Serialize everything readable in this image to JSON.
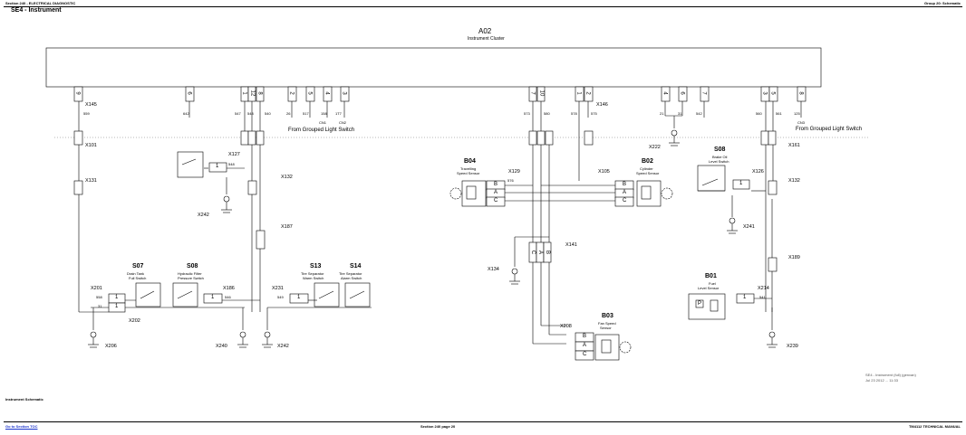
{
  "header": {
    "left": "Section 240 - ELECTRICAL DIAGNOSTIC",
    "right": "Group 20: Schematic",
    "title": "SE4 - Instrument"
  },
  "footer": {
    "left_label": "Instrument Schematic",
    "left_link": "Go to Section TOC",
    "center": "Section 240 page 20",
    "right": "TM4112 TECHNICAL MANUAL"
  },
  "stamp": [
    "SE4 - Instrument (full) (genvan)",
    "Jul 23 2012 ... 11:33"
  ],
  "cluster": {
    "code": "A02",
    "name": "Instrument Cluster"
  },
  "pins": [
    "9",
    "6",
    "1",
    "12",
    "8",
    "2",
    "5",
    "4",
    "3",
    "7",
    "10",
    "1",
    "2",
    "4",
    "6",
    "7",
    "3",
    "5",
    "8"
  ],
  "connectors": {
    "x145": "X145",
    "x146": "X146",
    "x101l": "X101",
    "x101r": "X161",
    "x131": "X131",
    "x132a": "X132",
    "x132b": "X132",
    "x187": "X187",
    "x127": "X127",
    "x242a": "X242",
    "x242b": "X242",
    "x222": "X222",
    "x129": "X129",
    "x105": "X105",
    "x126": "X126",
    "x241": "X241",
    "x141": "X141",
    "x134": "X134",
    "x189": "X189",
    "x214": "X214",
    "x201": "X201",
    "x202": "X202",
    "x206": "X206",
    "x186": "X186",
    "x231": "X231",
    "x240": "X240",
    "x208": "X208",
    "x239": "X239"
  },
  "wires": [
    "559",
    "642",
    "547",
    "548",
    "540",
    "26",
    "517",
    "158",
    "1T7",
    "573",
    "580",
    "578",
    "575",
    "21",
    "31",
    "542",
    "560",
    "561",
    "125",
    "CN1",
    "CN2",
    "CN3",
    "558",
    "546",
    "549",
    "576",
    "541",
    "11"
  ],
  "notes": {
    "from_switch_left": "From Grouped Light Switch",
    "from_switch_right": "From Grouped Light Switch"
  },
  "components": {
    "s07": {
      "code": "S07",
      "l1": "Drain Tank",
      "l2": "Full Switch"
    },
    "s08a": {
      "code": "S08",
      "l1": "Hydraulic Filter",
      "l2": "Pressure Switch"
    },
    "s13": {
      "code": "S13",
      "l1": "Tire Separator",
      "l2": "Warm Switch"
    },
    "s14": {
      "code": "S14",
      "l1": "Tire Separator",
      "l2": "Alarm Switch"
    },
    "b04": {
      "code": "B04",
      "l1": "Travelling",
      "l2": "Speed Sensor"
    },
    "b02": {
      "code": "B02",
      "l1": "Cylinder",
      "l2": "Speed Sensor"
    },
    "s08b": {
      "code": "S08",
      "l1": "Brake Oil",
      "l2": "Level Switch"
    },
    "b01": {
      "code": "B01",
      "l1": "Fuel",
      "l2": "Level Sensor"
    },
    "b03": {
      "code": "B03",
      "l1": "Fan Speed",
      "l2": "Sensor"
    }
  },
  "pin_letters": [
    "A",
    "B",
    "C",
    "1",
    "P"
  ]
}
